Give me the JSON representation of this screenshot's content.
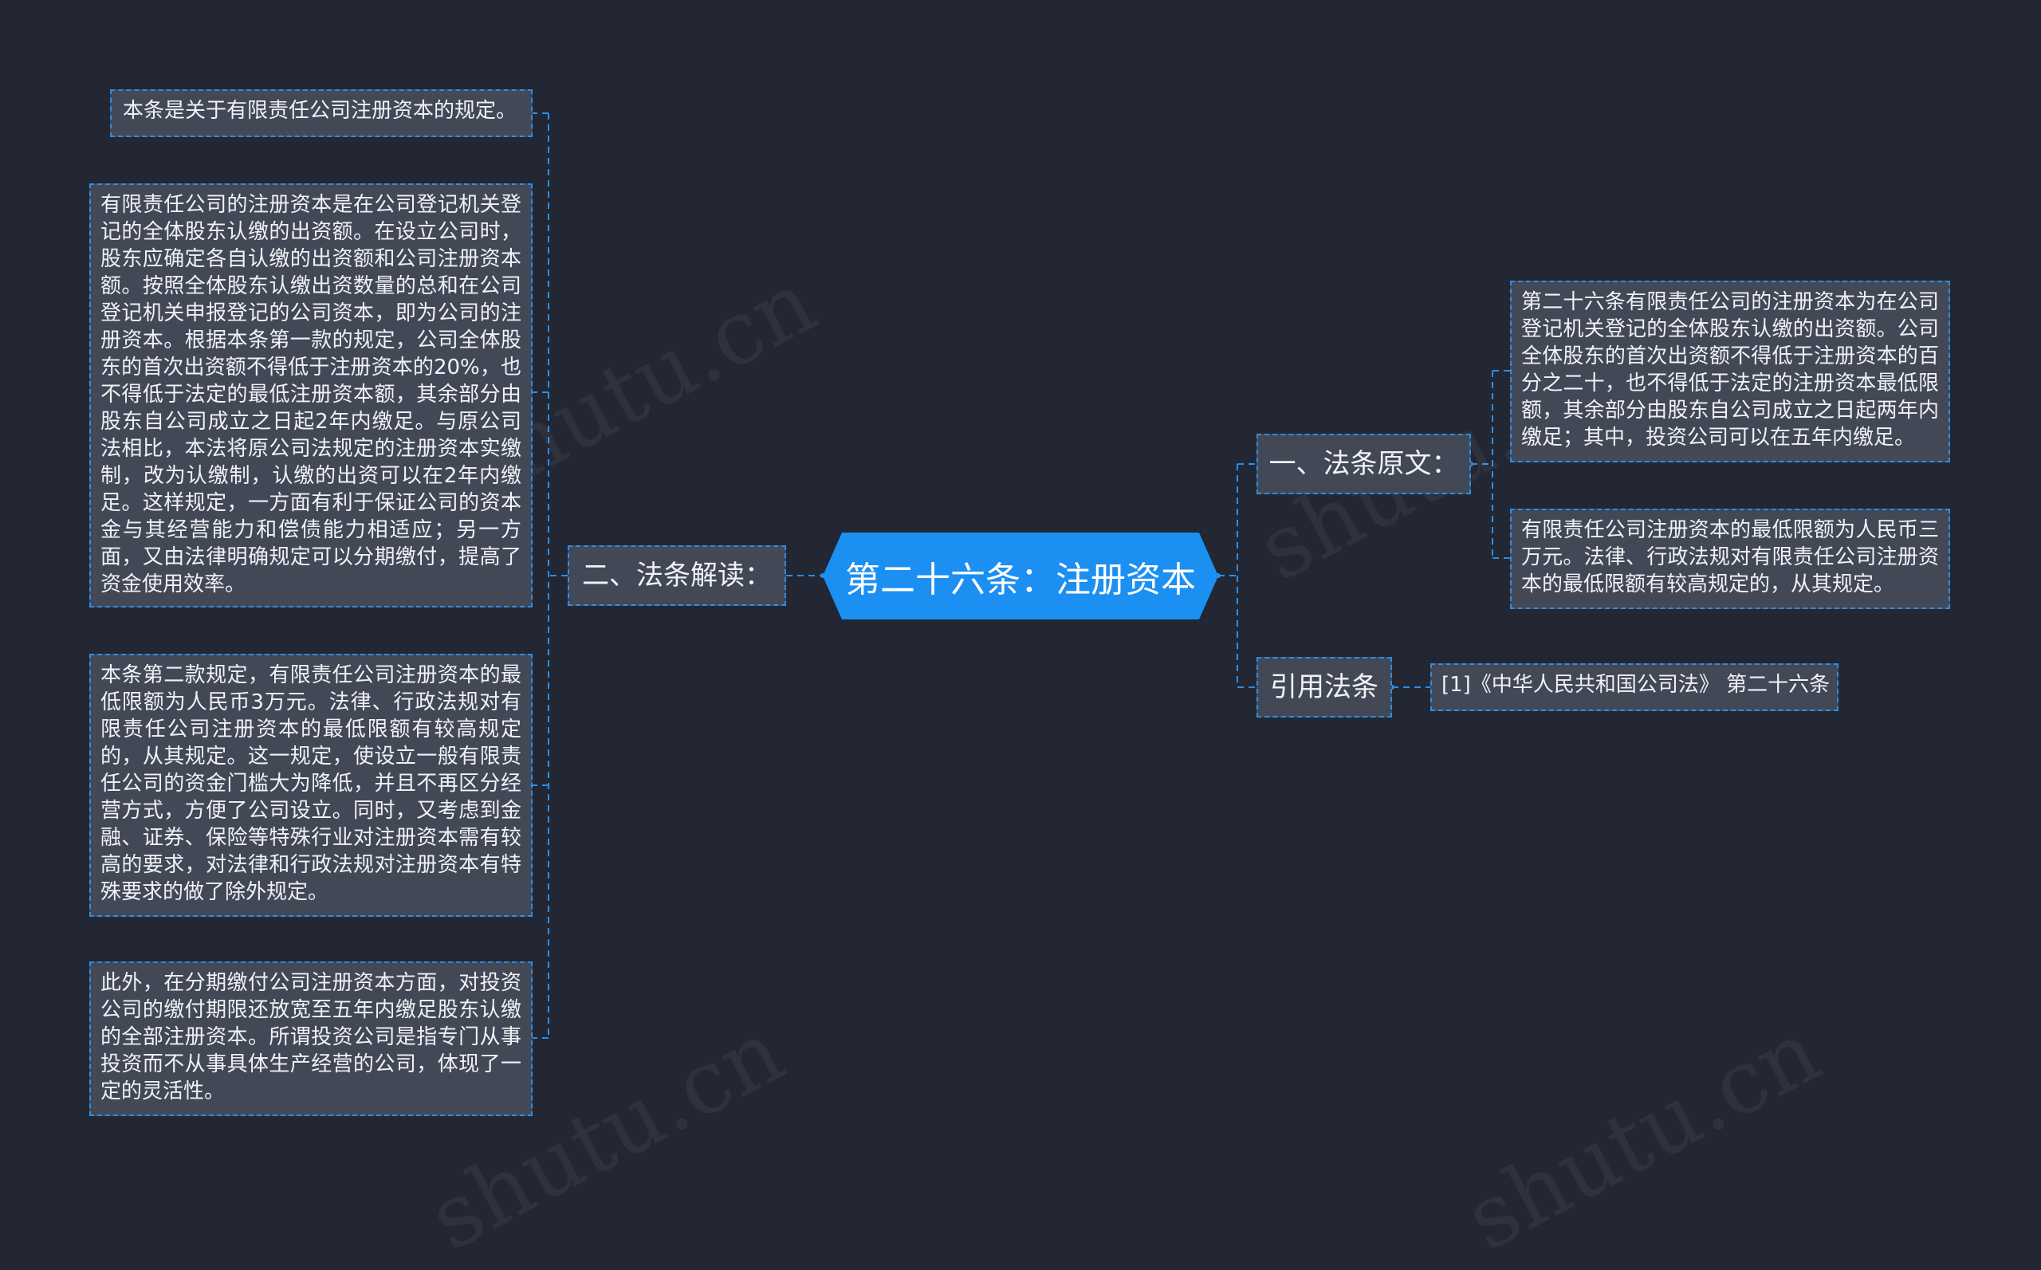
{
  "root": {
    "label": "第二十六条：注册资本"
  },
  "left_branch": {
    "label": "二、法条解读：",
    "items": [
      "本条是关于有限责任公司注册资本的规定。",
      "有限责任公司的注册资本是在公司登记机关登记的全体股东认缴的出资额。在设立公司时，股东应确定各自认缴的出资额和公司注册资本额。按照全体股东认缴出资数量的总和在公司登记机关申报登记的公司资本，即为公司的注册资本。根据本条第一款的规定，公司全体股东的首次出资额不得低于注册资本的20%，也不得低于法定的最低注册资本额，其余部分由股东自公司成立之日起2年内缴足。与原公司法相比，本法将原公司法规定的注册资本实缴制，改为认缴制，认缴的出资可以在2年内缴足。这样规定，一方面有利于保证公司的资本金与其经营能力和偿债能力相适应；另一方面，又由法律明确规定可以分期缴付，提高了资金使用效率。",
      "本条第二款规定，有限责任公司注册资本的最低限额为人民币3万元。法律、行政法规对有限责任公司注册资本的最低限额有较高规定的，从其规定。这一规定，使设立一般有限责任公司的资金门槛大为降低，并且不再区分经营方式，方便了公司设立。同时，又考虑到金融、证券、保险等特殊行业对注册资本需有较高的要求，对法律和行政法规对注册资本有特殊要求的做了除外规定。",
      "此外，在分期缴付公司注册资本方面，对投资公司的缴付期限还放宽至五年内缴足股东认缴的全部注册资本。所谓投资公司是指专门从事投资而不从事具体生产经营的公司，体现了一定的灵活性。"
    ]
  },
  "right_branches": [
    {
      "label": "一、法条原文：",
      "items": [
        "第二十六条有限责任公司的注册资本为在公司登记机关登记的全体股东认缴的出资额。公司全体股东的首次出资额不得低于注册资本的百分之二十，也不得低于法定的注册资本最低限额，其余部分由股东自公司成立之日起两年内缴足；其中，投资公司可以在五年内缴足。",
        "有限责任公司注册资本的最低限额为人民币三万元。法律、行政法规对有限责任公司注册资本的最低限额有较高规定的，从其规定。"
      ]
    },
    {
      "label": "引用法条",
      "items": [
        "[1]《中华人民共和国公司法》 第二十六条"
      ]
    }
  ],
  "watermark": "shutu.cn",
  "colors": {
    "background": "#222733",
    "node_fill": "#434857",
    "accent_blue": "#1b8ff2",
    "connector": "#2b8ee8",
    "text": "#f0f2f6"
  }
}
